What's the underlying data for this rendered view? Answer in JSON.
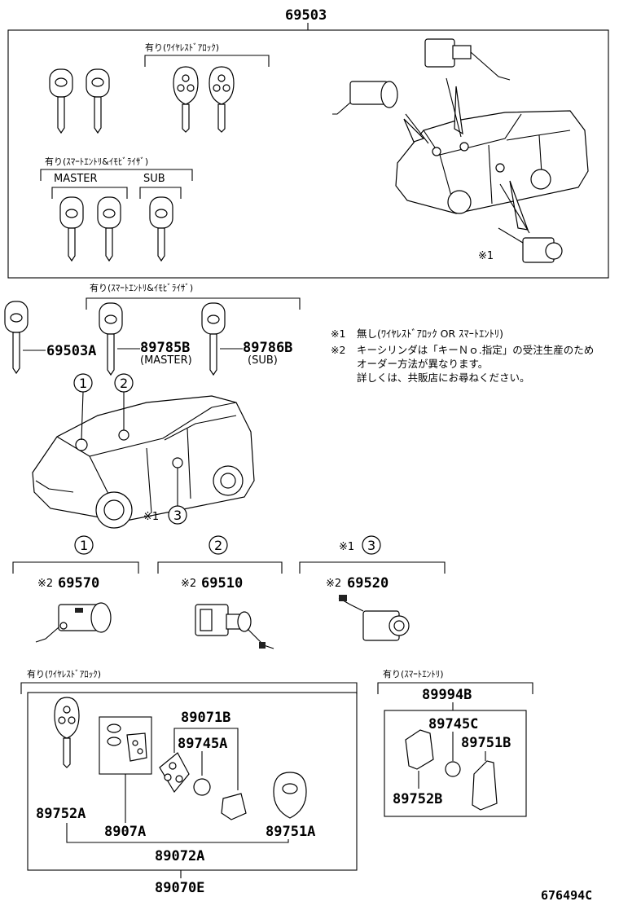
{
  "top_box": {
    "number": "69503",
    "label_wireless": "有り(ﾜｲﾔﾚｽﾄﾞｱﾛｯｸ)",
    "label_smart": "有り(ｽﾏｰﾄｴﾝﾄﾘ&ｲﾓﾋﾞﾗｲｻﾞ)",
    "master": "MASTER",
    "sub": "SUB",
    "note_mark": "※1"
  },
  "keys_row": {
    "label_smart": "有り(ｽﾏｰﾄｴﾝﾄﾘ&ｲﾓﾋﾞﾗｲｻﾞ)",
    "key1": "69503A",
    "key2": "89785B",
    "key2_sub": "(MASTER)",
    "key3": "89786B",
    "key3_sub": "(SUB)"
  },
  "notes": [
    {
      "mark": "※1",
      "text": "無し(ﾜｲﾔﾚｽﾄﾞｱﾛｯｸ OR ｽﾏｰﾄｴﾝﾄﾘ)"
    },
    {
      "mark": "※2",
      "text": "キーシリンダは「キーＮｏ.指定」の受注生産のため"
    },
    {
      "mark": "",
      "text": "オーダー方法が異なります。"
    },
    {
      "mark": "",
      "text": "詳しくは、共販店にお尋ねください。"
    }
  ],
  "car_callouts": [
    "1",
    "2",
    "3"
  ],
  "callout3_prefix": "※1",
  "cylinders": [
    {
      "circle": "1",
      "prefix": "",
      "mark": "※2",
      "number": "69570"
    },
    {
      "circle": "2",
      "prefix": "",
      "mark": "※2",
      "number": "69510"
    },
    {
      "circle": "3",
      "prefix": "※1",
      "mark": "※2",
      "number": "69520"
    }
  ],
  "wireless_box": {
    "label": "有り(ﾜｲﾔﾚｽﾄﾞｱﾛｯｸ)",
    "parts": [
      "89071B",
      "89745A",
      "89752A",
      "8907A",
      "89751A",
      "89072A"
    ],
    "total": "89070E"
  },
  "smart_box": {
    "label": "有り(ｽﾏｰﾄｴﾝﾄﾘ)",
    "number": "89994B",
    "parts": [
      "89745C",
      "89751B",
      "89752B"
    ]
  },
  "figure_id": "676494C"
}
